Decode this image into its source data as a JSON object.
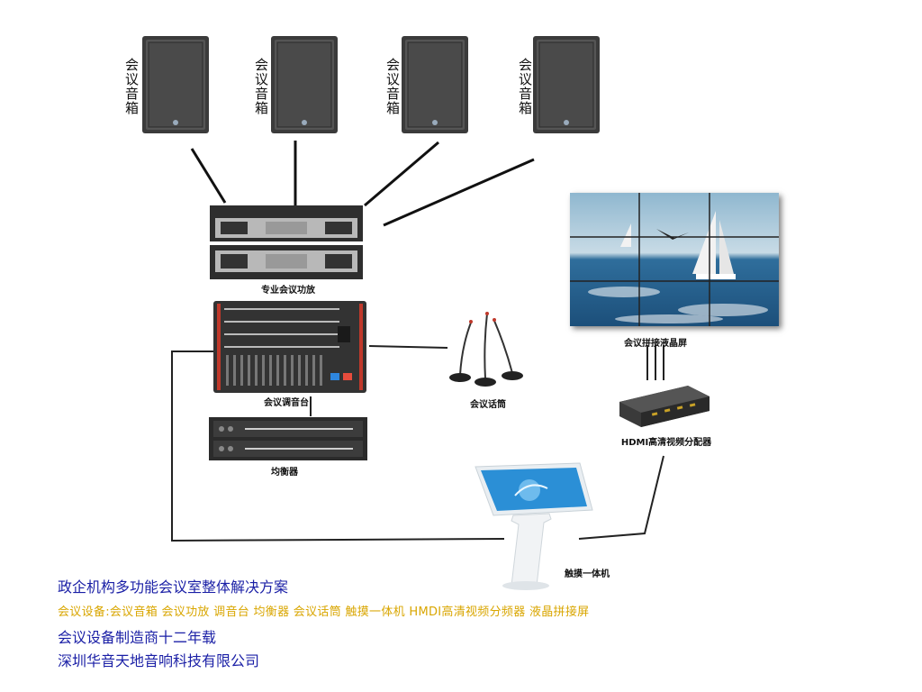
{
  "speakers": [
    {
      "label": "会议音箱"
    },
    {
      "label": "会议音箱"
    },
    {
      "label": "会议音箱"
    },
    {
      "label": "会议音箱"
    }
  ],
  "devices": {
    "amplifier": "专业会议功放",
    "mixer": "会议调音台",
    "equalizer": "均衡器",
    "microphone": "会议话筒",
    "video_wall": "会议拼接液晶屏",
    "hdmi_splitter": "HDMI高清视频分配器",
    "touch_kiosk": "触摸一体机"
  },
  "footer": {
    "title": "政企机构多功能会议室整体解决方案",
    "equipment_list": "会议设备:会议音箱 会议功放 调音台 均衡器 会议话筒 触摸一体机 HMDI高清视频分频器 液晶拼接屏",
    "maker": "会议设备制造商十二年载",
    "company": "深圳华音天地音响科技有限公司"
  },
  "colors": {
    "title_blue": "#1a1fa6",
    "list_yellow": "#d9a600",
    "device_dark": "#3a3a3a"
  }
}
